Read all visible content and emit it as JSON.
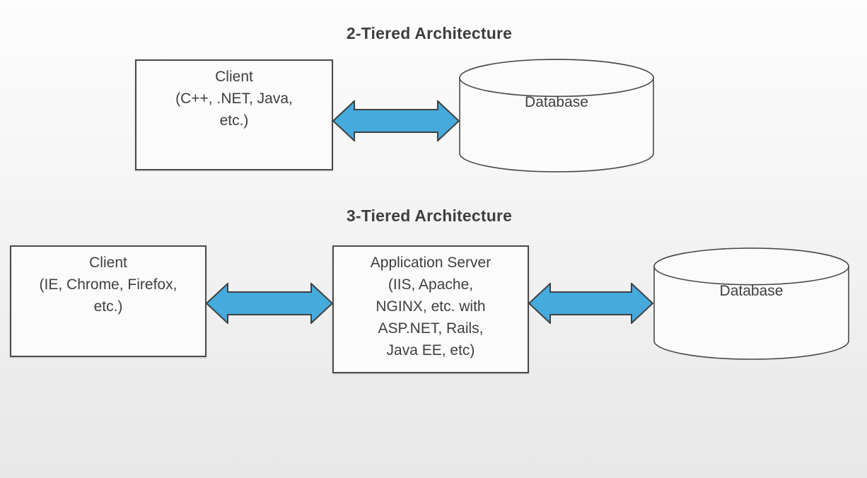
{
  "colors": {
    "arrow_fill": "#45aadc",
    "arrow_stroke": "#404040",
    "box_border": "#4a4a4a",
    "text_color": "#3e3e3e",
    "bg_top": "#fdfdfd",
    "bg_bottom": "#e8e8e8"
  },
  "two_tier": {
    "title": "2-Tiered Architecture",
    "client": {
      "lines": [
        "Client",
        "(C++, .NET, Java,",
        "etc.)"
      ]
    },
    "database": {
      "label": "Database"
    }
  },
  "three_tier": {
    "title": "3-Tiered Architecture",
    "client": {
      "lines": [
        "Client",
        "(IE, Chrome, Firefox,",
        "etc.)"
      ]
    },
    "app_server": {
      "lines": [
        "Application Server",
        "(IIS, Apache,",
        "NGINX, etc. with",
        "ASP.NET, Rails,",
        "Java EE, etc)"
      ]
    },
    "database": {
      "label": "Database"
    }
  }
}
